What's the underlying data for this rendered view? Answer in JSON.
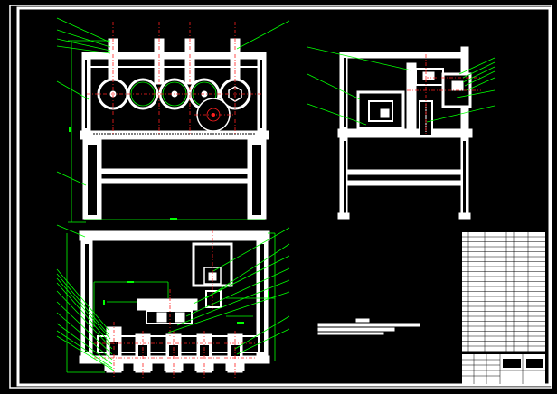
{
  "drawing": {
    "views": [
      "front-view",
      "side-view",
      "top-view"
    ],
    "colors": {
      "background": "#000000",
      "outline": "#ffffff",
      "leader": "#00ff00",
      "centerline": "#ff2020"
    }
  },
  "notes": {
    "technical_requirements": []
  },
  "parts_list": {
    "rows": []
  },
  "title_block": {
    "fields": []
  }
}
